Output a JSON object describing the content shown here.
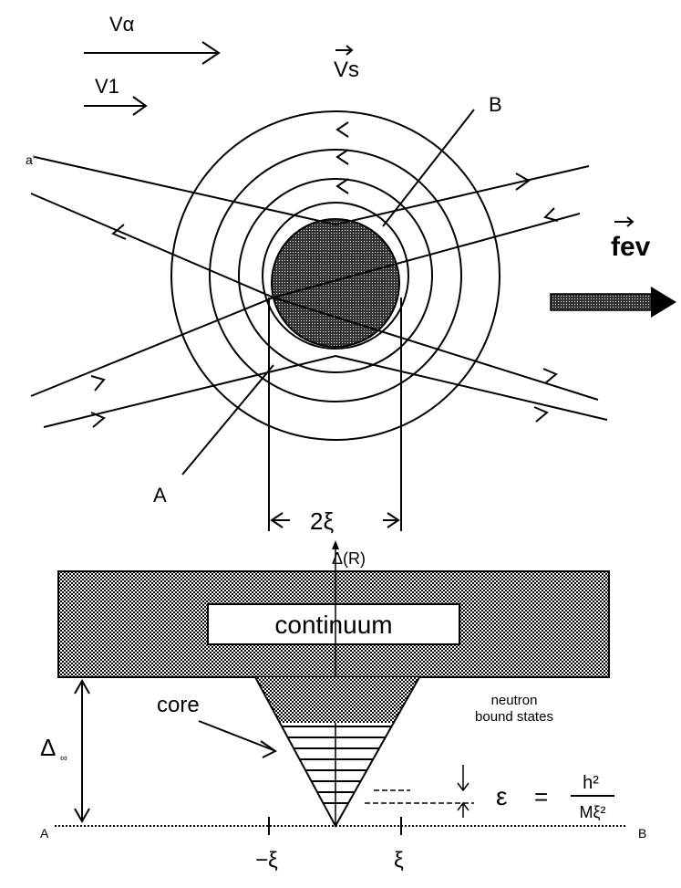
{
  "top_panel": {
    "label_v_alpha": "Vα",
    "label_v_one": "V1",
    "label_v_s": "Vs",
    "label_b": "B",
    "label_a": "A",
    "label_a_prime": "a'",
    "label_force": "fev",
    "label_core_width": "2ξ"
  },
  "bottom_panel": {
    "label_delta": "Δ(R)",
    "label_continuum": "continuum",
    "label_core": "core",
    "label_bound_states_line1": "neutron",
    "label_bound_states_line2": "bound states",
    "label_gap": "Δ",
    "label_gap_sub": "∞",
    "label_epsilon": "ε",
    "label_equals": "=",
    "label_numerator": "h²",
    "label_denominator": "Mξ²",
    "label_axis_a": "A",
    "label_axis_b": "B",
    "label_minus_xi": "−ξ",
    "label_xi": "ξ"
  }
}
